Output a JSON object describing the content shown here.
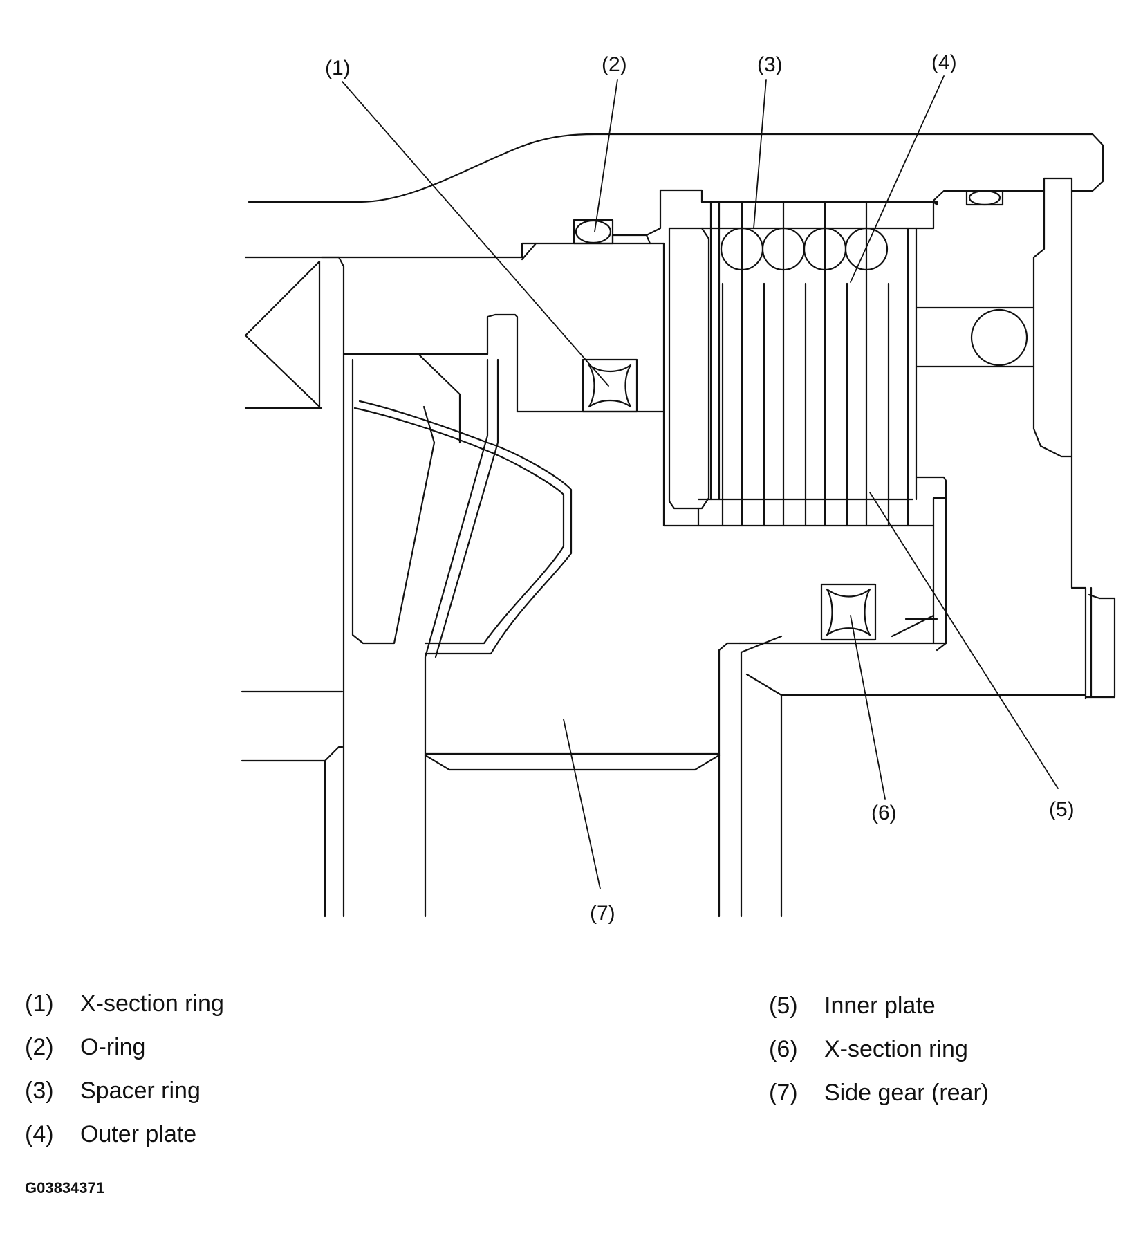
{
  "diagram": {
    "callouts": [
      "(1)",
      "(2)",
      "(3)",
      "(4)",
      "(5)",
      "(6)",
      "(7)"
    ]
  },
  "legend": [
    {
      "num": "(1)",
      "label": "X-section ring"
    },
    {
      "num": "(2)",
      "label": "O-ring"
    },
    {
      "num": "(3)",
      "label": "Spacer ring"
    },
    {
      "num": "(4)",
      "label": "Outer plate"
    },
    {
      "num": "(5)",
      "label": "Inner plate"
    },
    {
      "num": "(6)",
      "label": "X-section ring"
    },
    {
      "num": "(7)",
      "label": "Side gear (rear)"
    }
  ],
  "figure_code": "G03834371"
}
